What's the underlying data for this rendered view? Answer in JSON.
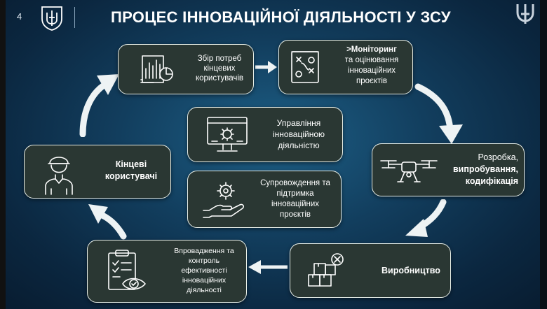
{
  "header": {
    "page_number": "4",
    "title": "ПРОЦЕС ІННОВАЦІЙНОЇ ДІЯЛЬНОСТІ У ЗСУ"
  },
  "steps": {
    "needs": "Збір потреб кінцевих користувачів",
    "monitoring_l1": ">Моніторинг",
    "monitoring_l2": "та оцінювання",
    "monitoring_l3": "інноваційних",
    "monitoring_l4": "проєктів",
    "development_l1": "Розробка,",
    "development_l2": "випробування,",
    "development_l3": "кодифікація",
    "production": "Виробництво",
    "implementation": "Впровадження та контроль ефективності інноваційних діяльності",
    "end_users": "Кінцеві користувачі"
  },
  "center": {
    "management": "Управління інноваційною діяльністю",
    "support": "Супровождення та підтримка інноваційних проєктів"
  },
  "colors": {
    "box_fill": "#2a3733",
    "box_border": "#e8efe8",
    "arrow": "#eef3f4"
  },
  "icons": [
    "document-chart-icon",
    "tactics-board-icon",
    "drone-icon",
    "boxes-icon",
    "checklist-eye-icon",
    "soldier-icon",
    "monitor-gear-icon",
    "hand-gear-icon"
  ]
}
